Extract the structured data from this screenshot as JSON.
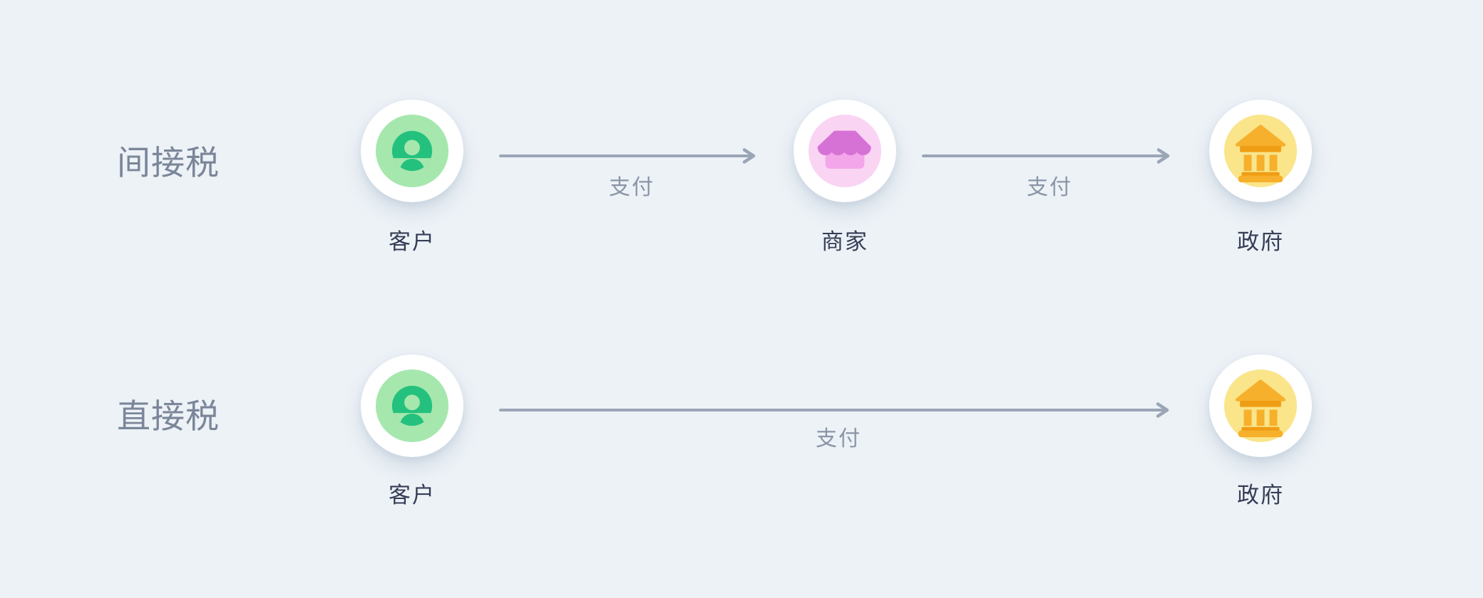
{
  "diagram": {
    "rows": [
      {
        "id": "indirect-tax",
        "label": "间接税",
        "nodes": [
          {
            "id": "customer",
            "label": "客户",
            "icon": "person-icon"
          },
          {
            "id": "merchant",
            "label": "商家",
            "icon": "store-icon"
          },
          {
            "id": "government",
            "label": "政府",
            "icon": "bank-icon"
          }
        ],
        "arrows": [
          {
            "label": "支付"
          },
          {
            "label": "支付"
          }
        ]
      },
      {
        "id": "direct-tax",
        "label": "直接税",
        "nodes": [
          {
            "id": "customer",
            "label": "客户",
            "icon": "person-icon"
          },
          {
            "id": "government",
            "label": "政府",
            "icon": "bank-icon"
          }
        ],
        "arrows": [
          {
            "label": "支付"
          }
        ]
      }
    ]
  },
  "colors": {
    "background": "#EDF2F7",
    "row_label": "#7B8699",
    "node_label": "#363D55",
    "arrow": "#9AA6B6",
    "arrow_label": "#8A95A6",
    "node_bg": "#FFFFFF",
    "customer_bg": "#A6E7AE",
    "customer_glyph": "#24C17E",
    "merchant_bg": "#FAD4F3",
    "merchant_awning": "#D672D6",
    "merchant_body": "#F3A6EA",
    "government_bg": "#FAE58A",
    "government_glyph": "#F6B02C",
    "government_glyph_dark": "#EF9D14"
  }
}
